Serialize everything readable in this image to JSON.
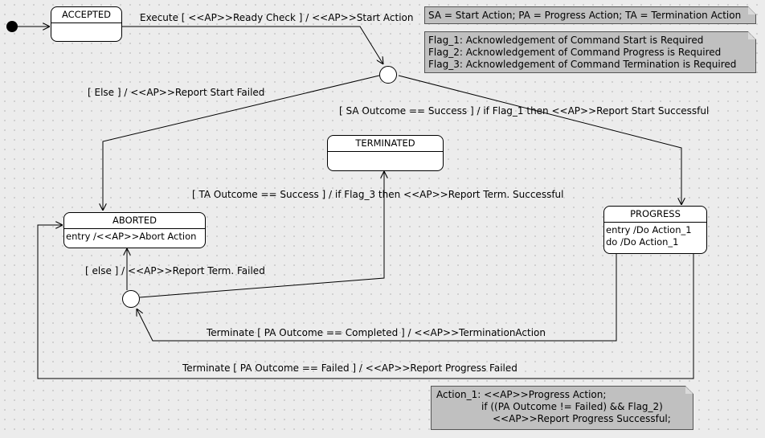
{
  "states": {
    "accepted": {
      "name": "ACCEPTED"
    },
    "terminated": {
      "name": "TERMINATED"
    },
    "aborted": {
      "name": "ABORTED",
      "entry": "entry /<<AP>>Abort Action"
    },
    "progress": {
      "name": "PROGRESS",
      "entry": "entry /Do Action_1",
      "do": "do /Do Action_1"
    }
  },
  "transitions": {
    "execute": "Execute [ <<AP>>Ready Check ] / <<AP>>Start Action",
    "else_start": "[ Else ] / <<AP>>Report Start Failed",
    "sa_success": "[ SA Outcome == Success ] / if Flag_1 then <<AP>>Report Start Successful",
    "ta_success": "[ TA Outcome == Success ] / if Flag_3 then <<AP>>Report Term. Successful",
    "else_term": "[ else ] / <<AP>>Report Term. Failed",
    "terminate_completed": "Terminate [ PA Outcome == Completed ] / <<AP>>TerminationAction",
    "terminate_failed": "Terminate [ PA Outcome == Failed ] / <<AP>>Report Progress Failed"
  },
  "notes": {
    "legend": "SA = Start Action; PA = Progress Action; TA = Termination Action",
    "flags": [
      "Flag_1: Acknowledgement of Command Start is Required",
      "Flag_2: Acknowledgement of Command Progress is Required",
      "Flag_3: Acknowledgement of Command Termination is Required"
    ],
    "action": [
      "Action_1: <<AP>>Progress Action;",
      "if ((PA Outcome != Failed) && Flag_2)",
      "<<AP>>Report Progress Successful;"
    ]
  },
  "colors": {
    "note_fill": "#c0c0c0",
    "state_fill": "#ffffff",
    "line": "#000000"
  }
}
